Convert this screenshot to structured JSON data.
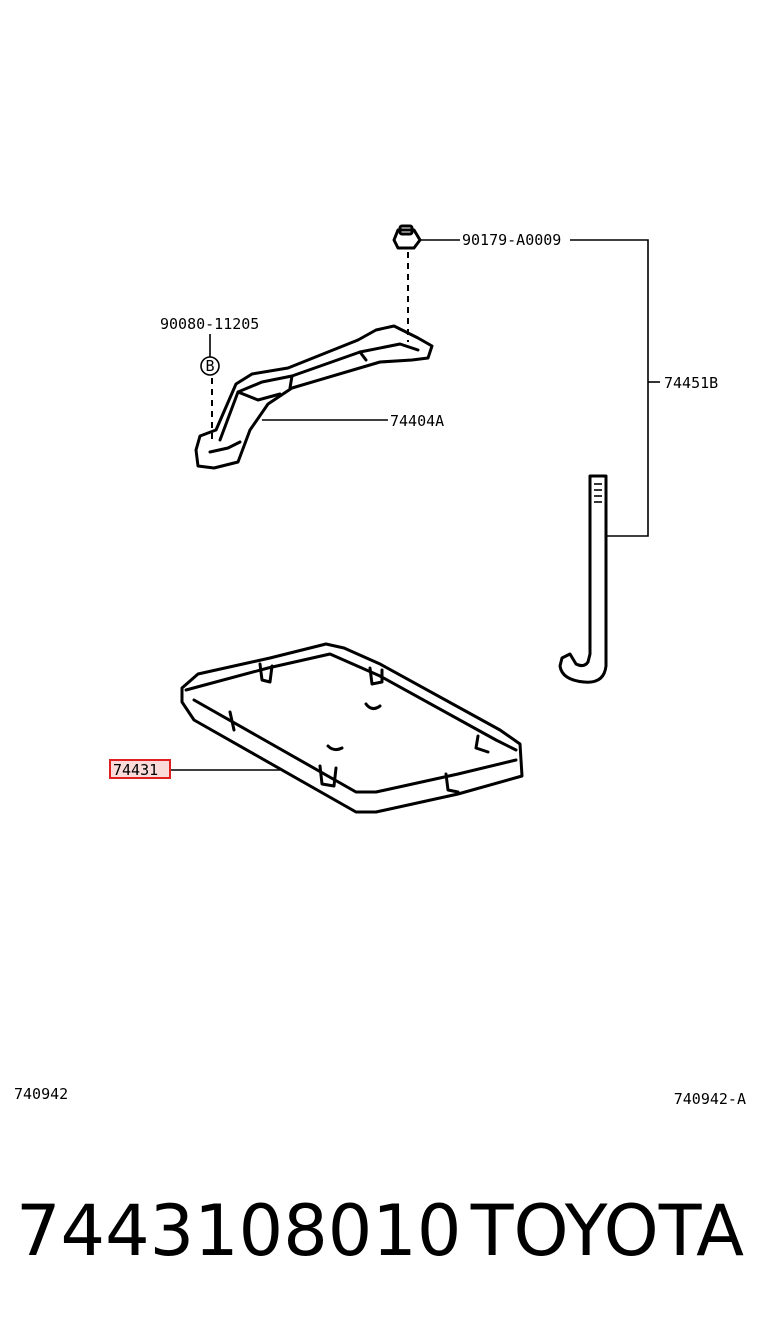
{
  "callouts": {
    "bolt_nut": "90179-A0009",
    "screw": "90080-11205",
    "screw_mark": "B",
    "clamp": "74404A",
    "hold_rod_set": "74451B",
    "tray": "74431"
  },
  "figure_codes": {
    "left": "740942",
    "right": "740942-A"
  },
  "footer": {
    "part_number": "7443108010",
    "brand": "TOYOTA"
  },
  "colors": {
    "highlight_border": "#e02020",
    "highlight_fill": "#fbdada"
  }
}
